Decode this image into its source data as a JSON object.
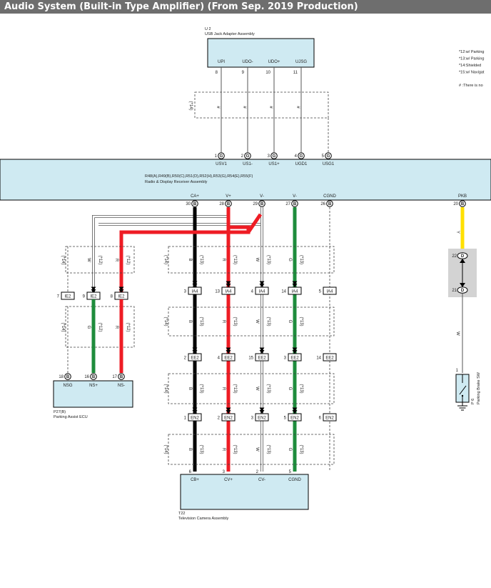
{
  "title": "Audio System (Built-in Type Amplifier) (From Sep. 2019 Production)",
  "colors": {
    "component_fill": "#cfeaf2",
    "wire_black": "#000000",
    "wire_red": "#ee1c24",
    "wire_green": "#1e8c3c",
    "wire_yellow": "#ffe000",
    "wire_white": "#ffffff",
    "title_bg": "#6e6e6e"
  },
  "legend": {
    "notes": [
      "*12:w/ Parking",
      "*13:w/ Parking",
      "*14:Shielded",
      "*15:w/ Navigat"
    ],
    "hash_note": "# :There is no"
  },
  "usb": {
    "ref": "U 2",
    "name": "USB Jack Adapter Assembly",
    "pins": [
      {
        "label": "UPI",
        "num": "8"
      },
      {
        "label": "UDO-",
        "num": "9"
      },
      {
        "label": "UDO+",
        "num": "10"
      },
      {
        "label": "UJSG",
        "num": "11"
      }
    ],
    "shield_note": "(*14)",
    "hash": "#"
  },
  "receiver": {
    "refs": "R48(A),R49(B),R50(C),R51(D),R52(H),R53(G),R54(E),R55(F)",
    "name": "Radio & Display Receiver Assembly",
    "top_pins": [
      {
        "label": "USV1",
        "num": "1",
        "conn": "G"
      },
      {
        "label": "US1-",
        "num": "2",
        "conn": "G"
      },
      {
        "label": "US1+",
        "num": "3",
        "conn": "G"
      },
      {
        "label": "UGD1",
        "num": "4",
        "conn": "G"
      },
      {
        "label": "USG1",
        "num": "5",
        "conn": "G"
      }
    ],
    "bottom_pins": [
      {
        "label": "CA+",
        "num": "30",
        "conn": "B"
      },
      {
        "label": "V+",
        "num": "28",
        "conn": "B"
      },
      {
        "label": "V-",
        "num": "29",
        "conn": "B"
      },
      {
        "label": "V-",
        "num": "27",
        "conn": "B"
      },
      {
        "label": "CGND",
        "num": "26",
        "conn": "B"
      },
      {
        "label": "PKB",
        "num": "20",
        "conn": "B"
      }
    ]
  },
  "wire_labels": {
    "W": "W",
    "R": "R",
    "B": "B",
    "G": "G",
    "Y": "Y"
  },
  "notes": {
    "n12": "(*12)",
    "n13": "(*13)",
    "n14": "(*14)",
    "n15": "(*15)"
  },
  "connectors": {
    "ie2": [
      {
        "num": "7",
        "name": "IE2"
      },
      {
        "num": "9",
        "name": "IE2"
      },
      {
        "num": "8",
        "name": "IE2"
      }
    ],
    "ia4": [
      {
        "num": "3",
        "name": "IA4"
      },
      {
        "num": "13",
        "name": "IA4"
      },
      {
        "num": "4",
        "name": "IA4"
      },
      {
        "num": "14",
        "name": "IA4"
      },
      {
        "num": "5",
        "name": "IA4"
      }
    ],
    "ee2": [
      {
        "num": "2",
        "name": "EE2"
      },
      {
        "num": "4",
        "name": "EE2"
      },
      {
        "num": "15",
        "name": "EE2"
      },
      {
        "num": "3",
        "name": "EE2"
      },
      {
        "num": "14",
        "name": "EE2"
      }
    ],
    "en2": [
      {
        "num": "1",
        "name": "EN2"
      },
      {
        "num": "2",
        "name": "EN2"
      },
      {
        "num": "3",
        "name": "EN2"
      },
      {
        "num": "5",
        "name": "EN2"
      },
      {
        "num": "6",
        "name": "EN2"
      }
    ],
    "d": [
      {
        "num": "22",
        "name": "D"
      },
      {
        "num": "21",
        "name": "D"
      }
    ]
  },
  "parking_ecu": {
    "ref": "P27(B)",
    "name": "Parking Assist ECU",
    "pins": [
      {
        "label": "NSG",
        "num": "18",
        "conn": "B"
      },
      {
        "label": "NS+",
        "num": "16",
        "conn": "B"
      },
      {
        "label": "NS-",
        "num": "17",
        "conn": "B"
      }
    ]
  },
  "camera": {
    "ref": "T22",
    "name": "Television Camera Assembly",
    "pins": [
      {
        "label": "CB+",
        "num": "6"
      },
      {
        "label": "CV+",
        "num": "3"
      },
      {
        "label": "CV-",
        "num": "2"
      },
      {
        "label": "CGND",
        "num": "5"
      }
    ]
  },
  "brake_sw": {
    "ref": "P 6",
    "name": "Parking Brake SW",
    "pin": "1"
  }
}
